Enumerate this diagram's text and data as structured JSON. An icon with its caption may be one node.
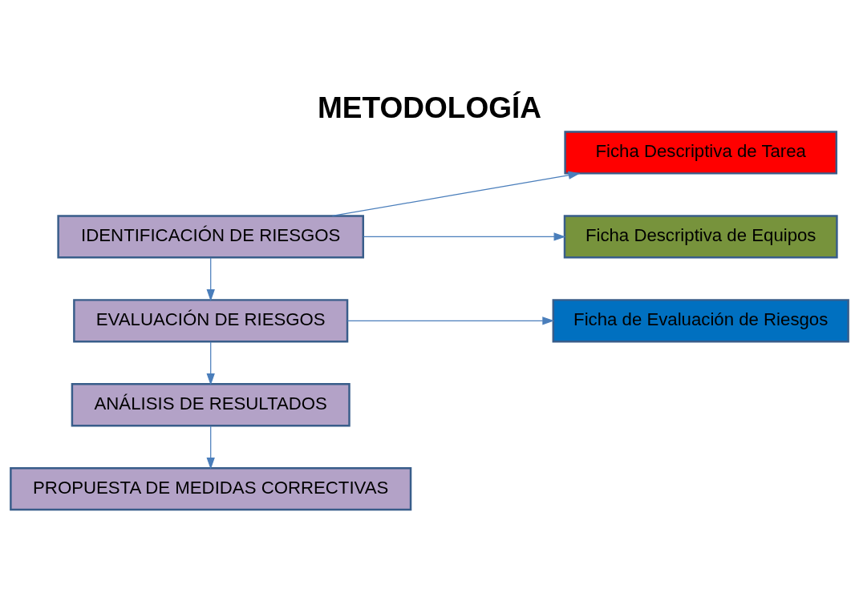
{
  "diagram": {
    "title": "METODOLOGÍA",
    "nodes": [
      {
        "text": [
          "IDENTIFICACIÓN DE RIESGOS"
        ]
      },
      {
        "text": [
          "Ficha Descriptiva de Tarea"
        ]
      },
      {
        "text": [
          "Ficha Descriptiva de Equipos"
        ]
      },
      {
        "text": [
          "EVALUACIÓN DE RIESGOS"
        ]
      },
      {
        "text": [
          "Ficha de Evaluación de Riesgos"
        ]
      },
      {
        "text": [
          "ANÁLISIS DE RESULTADOS"
        ]
      },
      {
        "text": [
          "PROPUESTA DE MEDIDAS CORRECTIVAS"
        ]
      }
    ],
    "edges": [
      {
        "from": 0,
        "to": 1,
        "arrow": "to"
      },
      {
        "from": 0,
        "to": 2,
        "arrow": "to"
      },
      {
        "from": 0,
        "to": 3,
        "arrow": "to"
      },
      {
        "from": 3,
        "to": 4,
        "arrow": "to"
      },
      {
        "from": 3,
        "to": 5,
        "arrow": "to"
      },
      {
        "from": 5,
        "to": 6,
        "arrow": "to"
      }
    ]
  }
}
